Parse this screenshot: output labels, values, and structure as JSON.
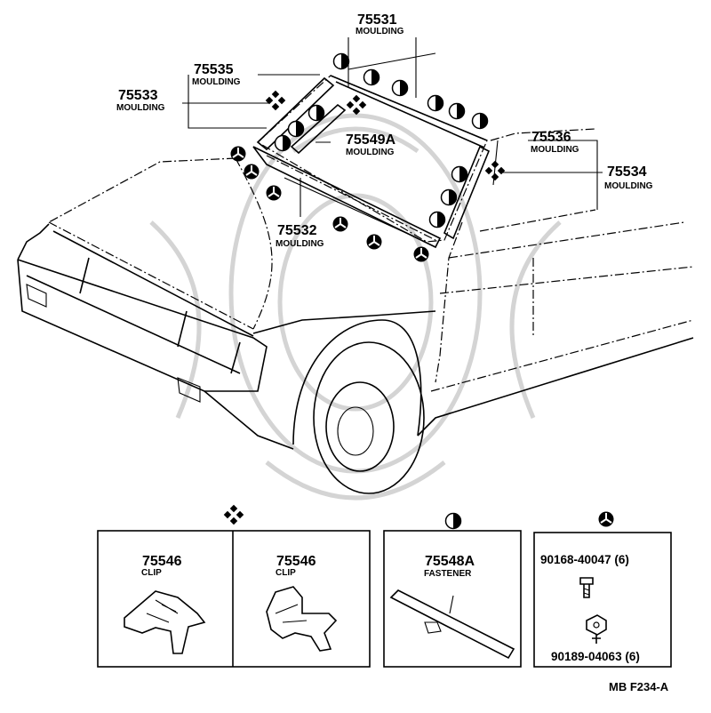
{
  "callouts": [
    {
      "part": "75531",
      "name": "MOULDING"
    },
    {
      "part": "75535",
      "name": "MOULDING"
    },
    {
      "part": "75533",
      "name": "MOULDING"
    },
    {
      "part": "75549A",
      "name": "MOULDING"
    },
    {
      "part": "75536",
      "name": "MOULDING"
    },
    {
      "part": "75534",
      "name": "MOULDING"
    },
    {
      "part": "75532",
      "name": "MOULDING"
    }
  ],
  "boxes": [
    {
      "part": "75546",
      "name": "CLIP"
    },
    {
      "part": "75546",
      "name": "CLIP"
    },
    {
      "part": "75548A",
      "name": "FASTENER"
    },
    {
      "part1": "90168-40047 (6)",
      "part2": "90189-04063 (6)"
    }
  ],
  "figure_code": "MB F234-A",
  "symbols": [
    "half-circle-symbol",
    "four-diamond-symbol",
    "three-point-star-symbol"
  ]
}
